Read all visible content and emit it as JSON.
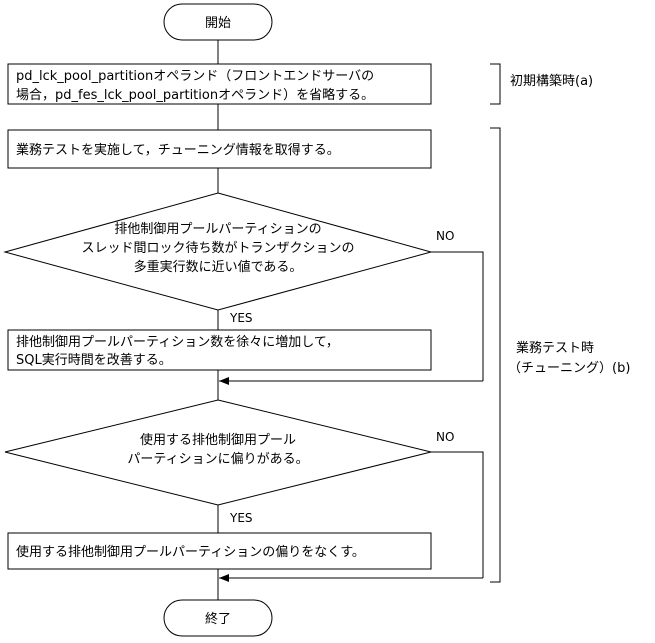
{
  "start_label": "開始",
  "end_label": "終了",
  "step1": {
    "line1": "pd_lck_pool_partitionオペランド（フロントエンドサーバの",
    "line2": "場合，pd_fes_lck_pool_partitionオペランド）を省略する。"
  },
  "step2": "業務テストを実施して，チューニング情報を取得する。",
  "decision1": {
    "line1": "排他制御用プールパーティションの",
    "line2": "スレッド間ロック待ち数がトランザクションの",
    "line3": "多重実行数に近い値である。"
  },
  "step3": {
    "line1": "排他制御用プールパーティション数を徐々に増加して，",
    "line2": "SQL実行時間を改善する。"
  },
  "decision2": {
    "line1": "使用する排他制御用プール",
    "line2": "パーティションに偏りがある。"
  },
  "step4": "使用する排他制御用プールパーティションの偏りをなくす。",
  "yes_label": "YES",
  "no_label": "NO",
  "phase_a": "初期構築時(a)",
  "phase_b": {
    "line1": "業務テスト時",
    "line2": "（チューニング）(b)"
  }
}
